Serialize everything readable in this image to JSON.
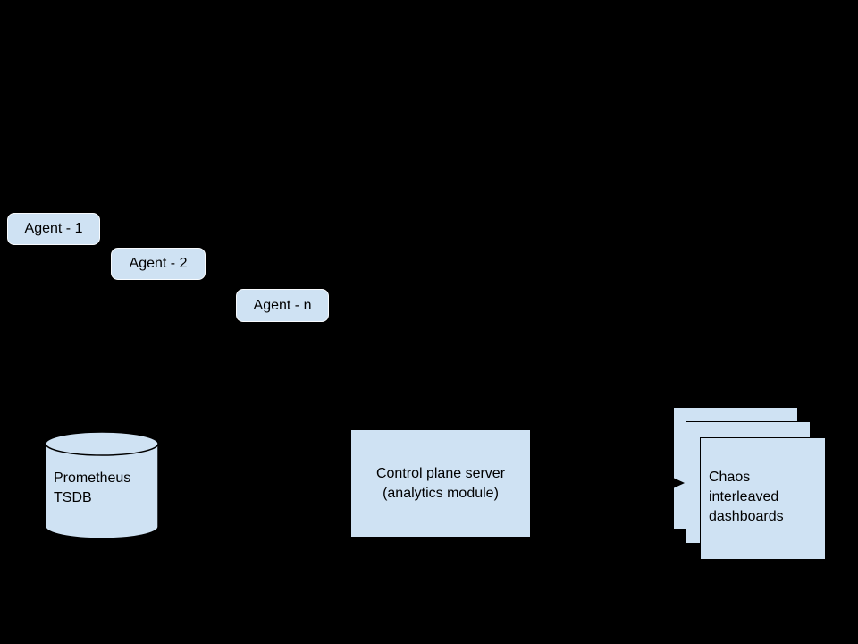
{
  "canvas": {
    "background": "#000000"
  },
  "palette": {
    "node_fill": "#cfe2f3",
    "node_stroke": "#000000",
    "text_color": "#000000",
    "agent_outline": "#ffffff"
  },
  "nodes": {
    "agents": [
      {
        "label": "Agent - 1"
      },
      {
        "label": "Agent - 2"
      },
      {
        "label": "Agent - n"
      }
    ],
    "tsdb": {
      "shape": "cylinder",
      "lines": [
        "Prometheus",
        "TSDB"
      ]
    },
    "control_plane": {
      "shape": "rectangle",
      "lines": [
        "Control plane server",
        "(analytics module)"
      ]
    },
    "dashboards": {
      "shape": "stacked-pages",
      "stack_count": 3,
      "lines": [
        "Chaos",
        "interleaved",
        "dashboards"
      ]
    }
  },
  "connectors": [
    {
      "from": "control_plane",
      "to": "dashboards",
      "arrow": "right"
    }
  ]
}
